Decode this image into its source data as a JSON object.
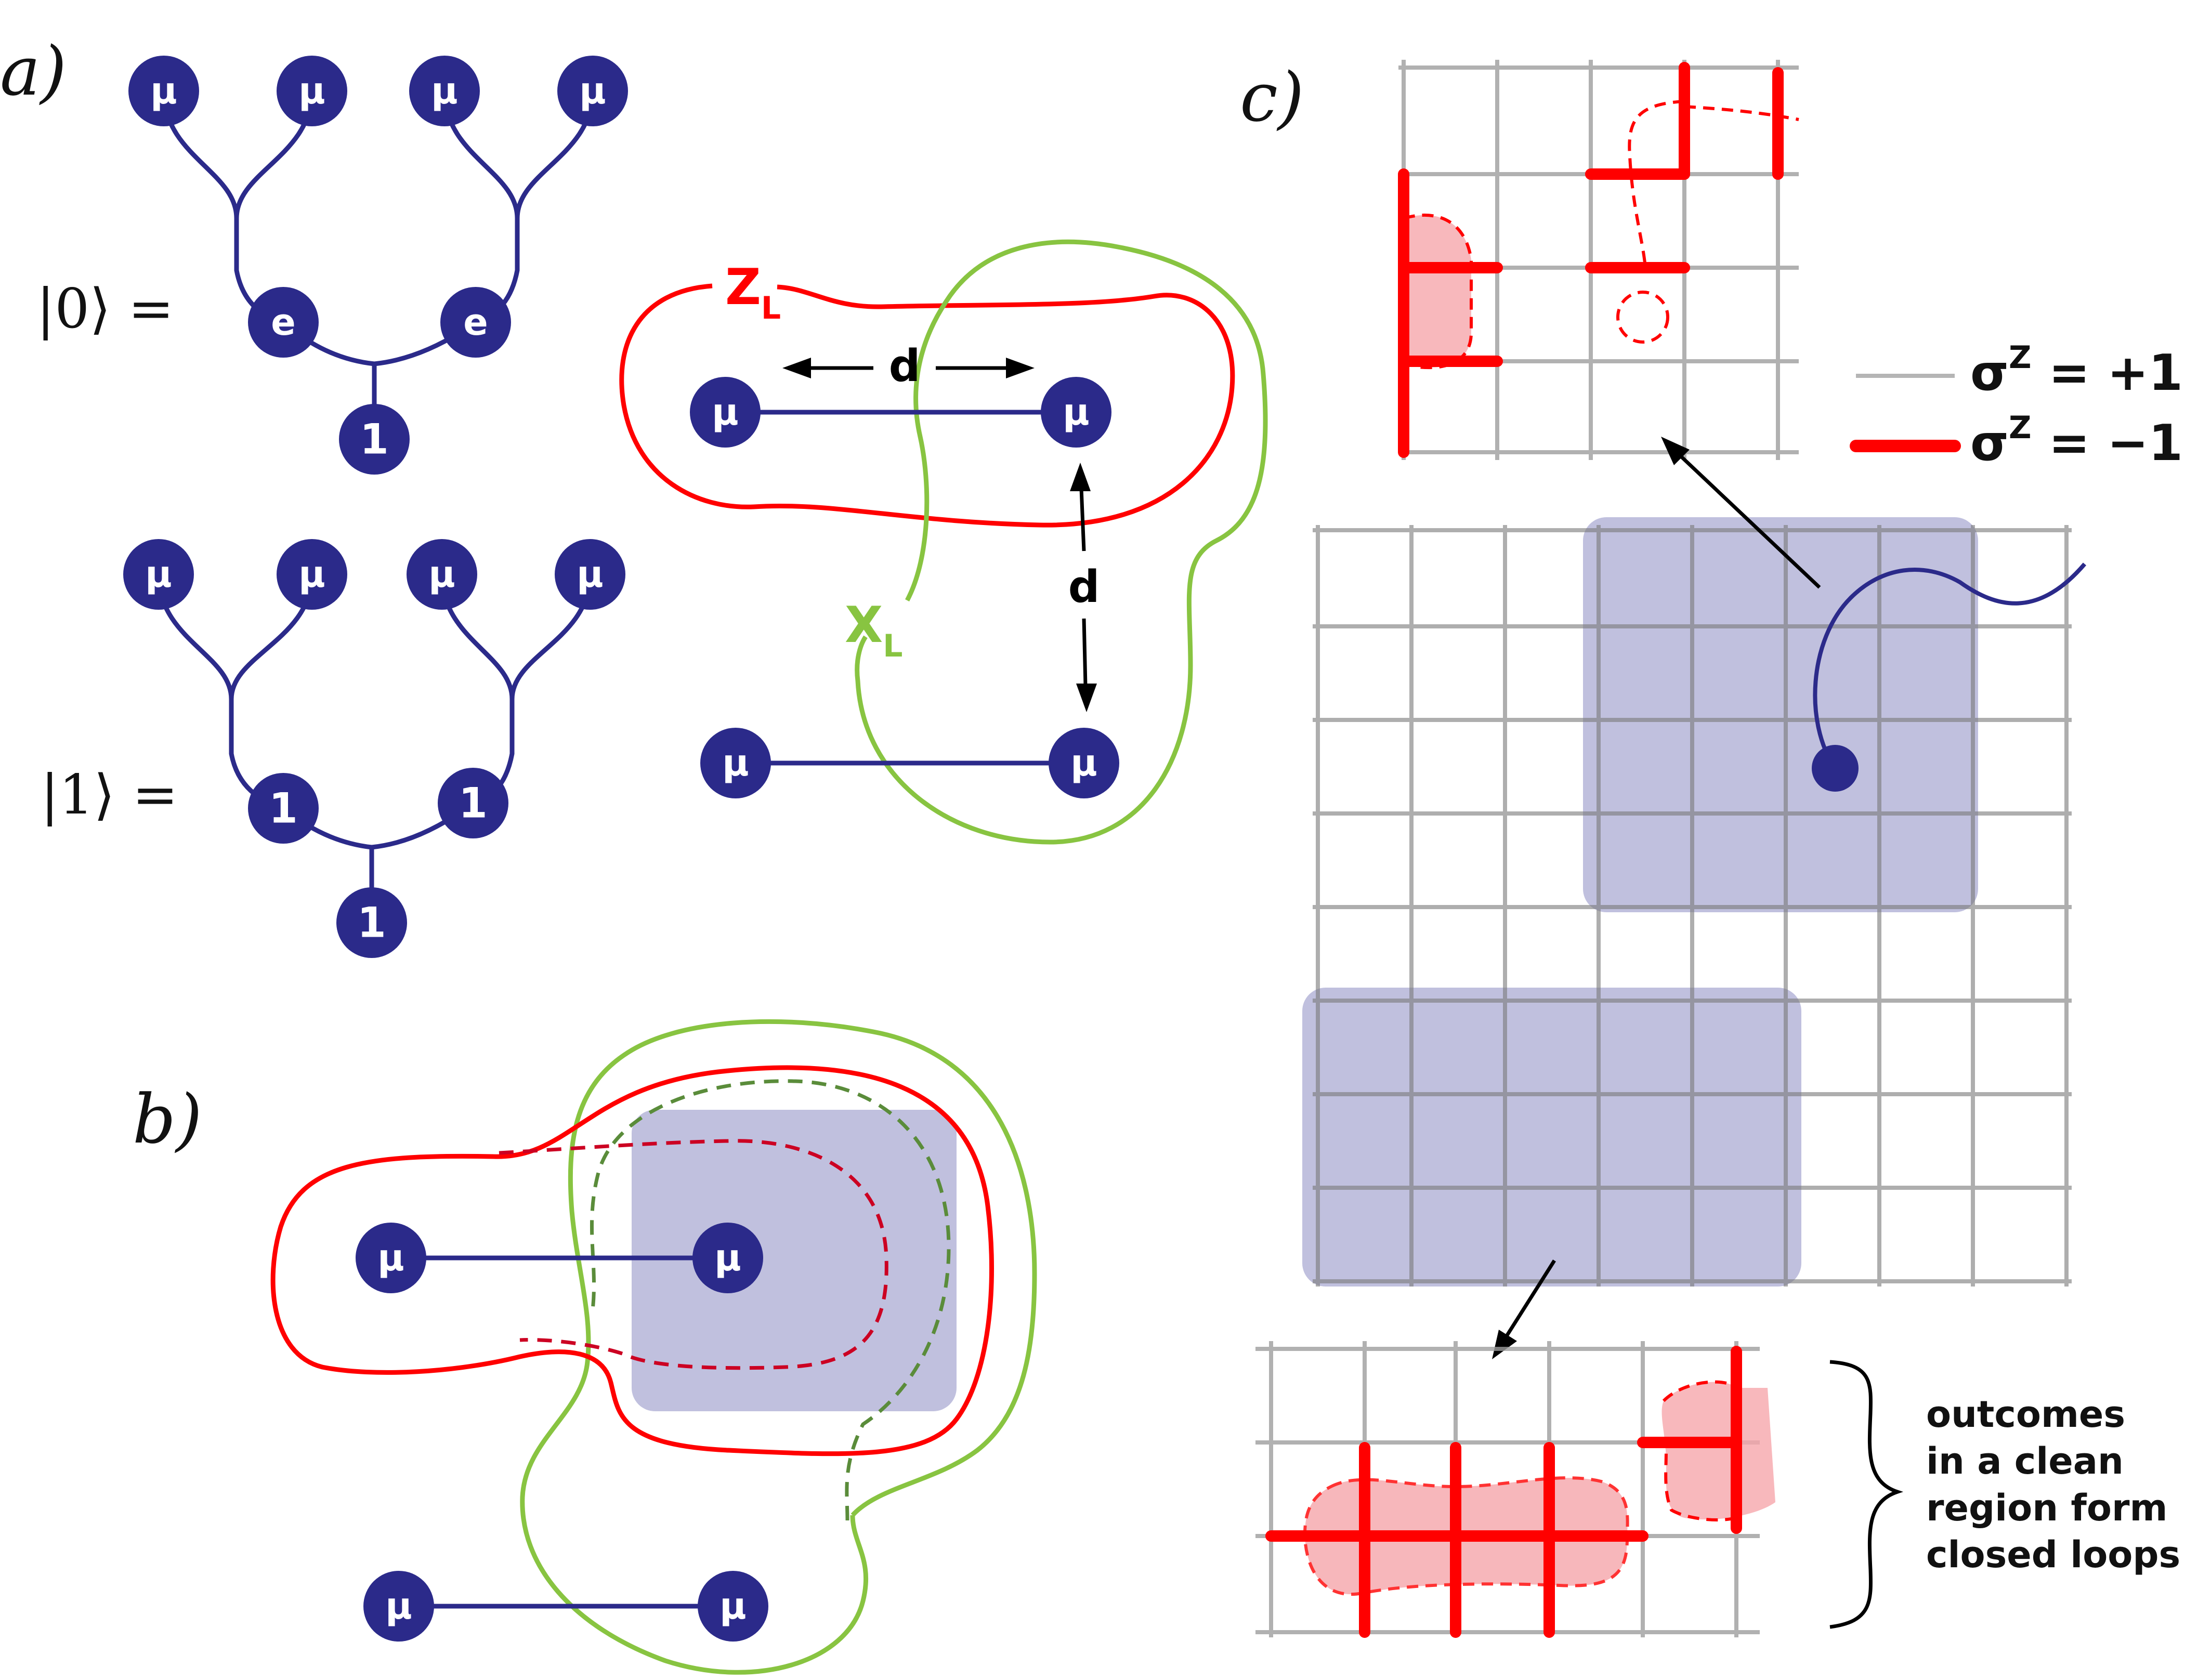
{
  "colors": {
    "node": "#2b2a8a",
    "edge": "#2b2a8a",
    "red": "#ff0000",
    "dark_red": "#cc0022",
    "green": "#88c441",
    "dark_green": "#5a8c3a",
    "region": "#8c8cc2",
    "pink": "#f6a6ab",
    "grid": "#9e9e9e"
  },
  "panels": {
    "a": {
      "label": "a)"
    },
    "b": {
      "label": "b)"
    },
    "c": {
      "label": "c)"
    }
  },
  "panel_a": {
    "ket0": "|0⟩ =",
    "ket1": "|1⟩ =",
    "tree0_leaves": [
      "μ",
      "μ",
      "μ",
      "μ"
    ],
    "tree0_mid": [
      "e",
      "e"
    ],
    "tree0_root": "1",
    "tree1_leaves": [
      "μ",
      "μ",
      "μ",
      "μ"
    ],
    "tree1_mid": [
      "1",
      "1"
    ],
    "tree1_root": "1",
    "logical": {
      "nodes": [
        "μ",
        "μ",
        "μ",
        "μ"
      ],
      "z_label": "Z",
      "z_sub": "L",
      "x_label": "X",
      "x_sub": "L",
      "d_horizontal": "d",
      "d_vertical": "d"
    }
  },
  "panel_b": {
    "nodes": [
      "μ",
      "μ",
      "μ",
      "μ"
    ]
  },
  "panel_c": {
    "legend": {
      "plus": {
        "sym": "σ",
        "sup": "Z",
        "rest": " = +1"
      },
      "minus": {
        "sym": "σ",
        "sup": "Z",
        "rest": " = −1"
      }
    },
    "caption_lines": [
      "outcomes",
      "in a clean",
      "region form",
      "closed loops"
    ]
  }
}
